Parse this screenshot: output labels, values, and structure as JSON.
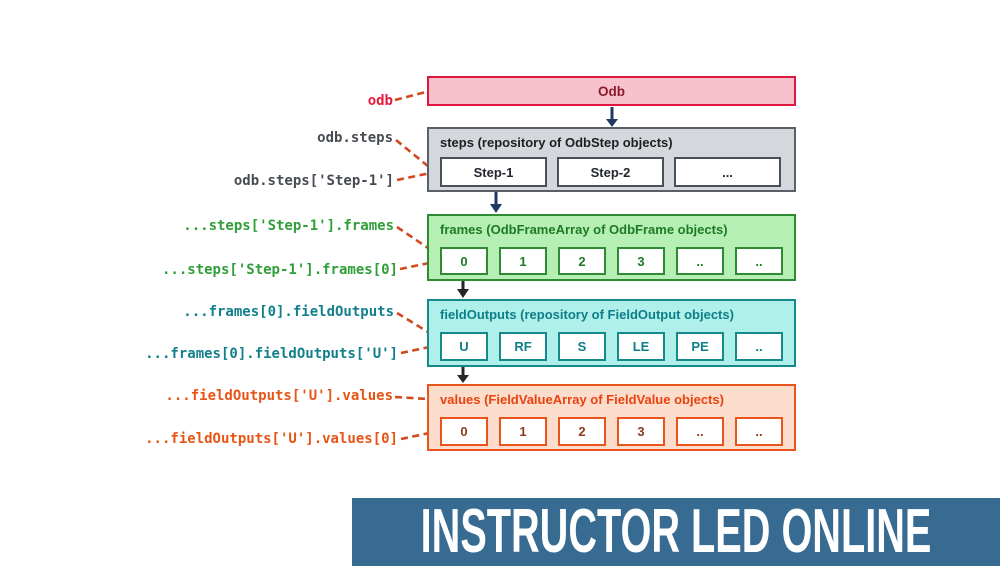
{
  "diagram": {
    "nodes": [
      {
        "id": "odb",
        "title": "Odb",
        "fill": "#f8c2cc",
        "border": "#e01840",
        "title_color": "#8b1b2b",
        "items": []
      },
      {
        "id": "steps",
        "title": "steps (repository of OdbStep objects)",
        "fill": "#d4d7db",
        "border": "#5a6068",
        "title_color": "#1c1e22",
        "items": [
          "Step-1",
          "Step-2",
          "..."
        ]
      },
      {
        "id": "frames",
        "title": "frames (OdbFrameArray of OdbFrame objects)",
        "fill": "#b6efb4",
        "border": "#2e8b33",
        "title_color": "#1d7a24",
        "items": [
          "0",
          "1",
          "2",
          "3",
          "..",
          ".."
        ]
      },
      {
        "id": "fieldOutputs",
        "title": "fieldOutputs (repository of FieldOutput objects)",
        "fill": "#aff0ea",
        "border": "#168a8a",
        "title_color": "#0e7e88",
        "items": [
          "U",
          "RF",
          "S",
          "LE",
          "PE",
          ".."
        ]
      },
      {
        "id": "values",
        "title": "values (FieldValueArray of FieldValue objects)",
        "fill": "#fcdccb",
        "border": "#e8541c",
        "title_color": "#e8430f",
        "items": [
          "0",
          "1",
          "2",
          "3",
          "..",
          ".."
        ]
      }
    ],
    "labels": [
      {
        "text": "odb",
        "color": "#e8193c"
      },
      {
        "text": "odb.steps",
        "color": "#474b52"
      },
      {
        "text": "odb.steps['Step-1']",
        "color": "#474b52"
      },
      {
        "text": "...steps['Step-1'].frames",
        "color": "#2f9e38"
      },
      {
        "text": "...steps['Step-1'].frames[0]",
        "color": "#2f9e38"
      },
      {
        "text": "...frames[0].fieldOutputs",
        "color": "#12808c"
      },
      {
        "text": "...frames[0].fieldOutputs['U']",
        "color": "#12808c"
      },
      {
        "text": "...fieldOutputs['U'].values",
        "color": "#e85414"
      },
      {
        "text": "...fieldOutputs['U'].values[0]",
        "color": "#e85414"
      }
    ],
    "connector_color": "#d1491f",
    "arrow_color_navy": "#1f3864",
    "arrow_color_black": "#262626"
  },
  "banner": {
    "text": "INSTRUCTOR LED ONLINE",
    "bg": "#376b92",
    "text_color": "#ffffff"
  }
}
